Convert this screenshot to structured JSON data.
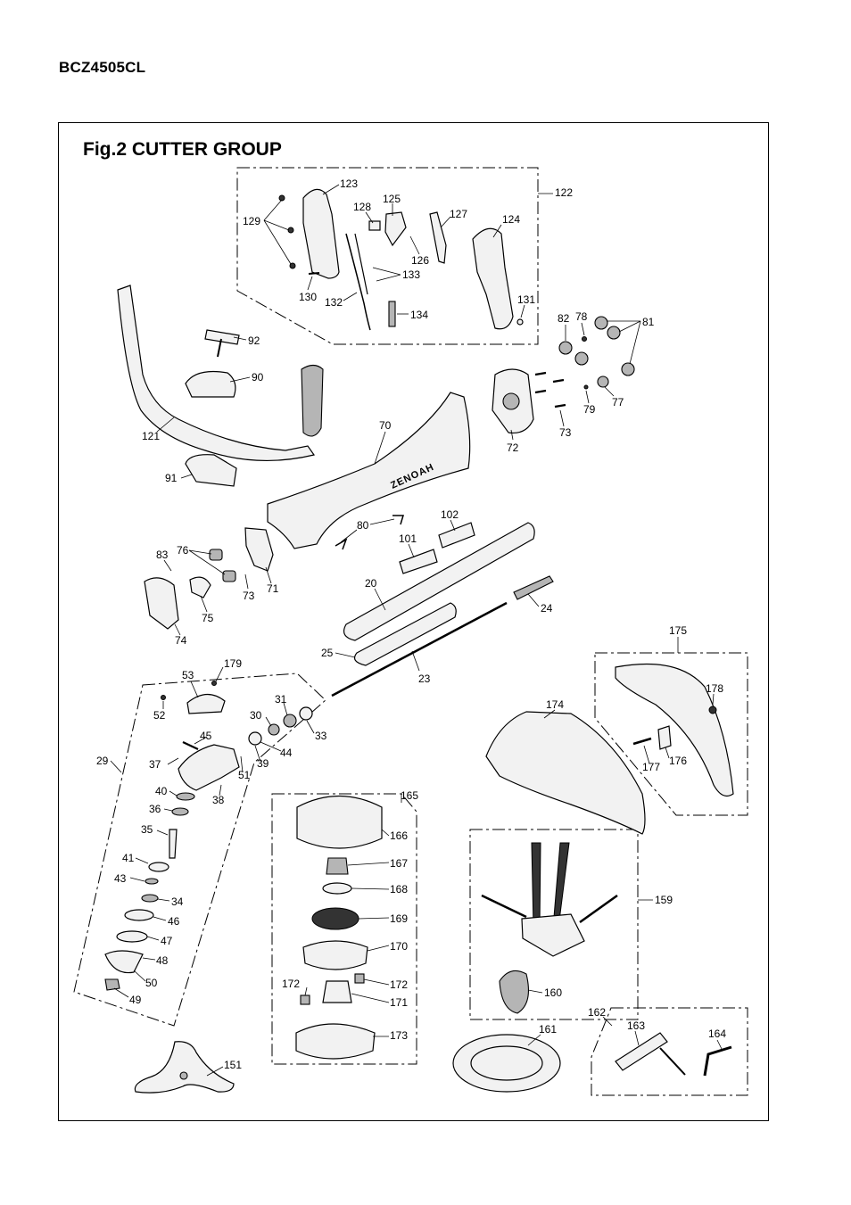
{
  "header": {
    "model": "BCZ4505CL"
  },
  "figure": {
    "title": "Fig.2  CUTTER GROUP"
  },
  "callouts": [
    {
      "id": "c123",
      "text": "123"
    },
    {
      "id": "c122",
      "text": "122"
    },
    {
      "id": "c125",
      "text": "125"
    },
    {
      "id": "c128",
      "text": "128"
    },
    {
      "id": "c127",
      "text": "127"
    },
    {
      "id": "c124",
      "text": "124"
    },
    {
      "id": "c129",
      "text": "129"
    },
    {
      "id": "c126",
      "text": "126"
    },
    {
      "id": "c133",
      "text": "133"
    },
    {
      "id": "c130",
      "text": "130"
    },
    {
      "id": "c132",
      "text": "132"
    },
    {
      "id": "c131",
      "text": "131"
    },
    {
      "id": "c134",
      "text": "134"
    },
    {
      "id": "c82",
      "text": "82"
    },
    {
      "id": "c78",
      "text": "78"
    },
    {
      "id": "c81",
      "text": "81"
    },
    {
      "id": "c92",
      "text": "92"
    },
    {
      "id": "c90",
      "text": "90"
    },
    {
      "id": "c79",
      "text": "79"
    },
    {
      "id": "c77",
      "text": "77"
    },
    {
      "id": "c70",
      "text": "70"
    },
    {
      "id": "c73a",
      "text": "73"
    },
    {
      "id": "c72",
      "text": "72"
    },
    {
      "id": "c121",
      "text": "121"
    },
    {
      "id": "c91",
      "text": "91"
    },
    {
      "id": "c102",
      "text": "102"
    },
    {
      "id": "c80",
      "text": "80"
    },
    {
      "id": "c101",
      "text": "101"
    },
    {
      "id": "c83",
      "text": "83"
    },
    {
      "id": "c76",
      "text": "76"
    },
    {
      "id": "c20",
      "text": "20"
    },
    {
      "id": "c71",
      "text": "71"
    },
    {
      "id": "c73b",
      "text": "73"
    },
    {
      "id": "c75",
      "text": "75"
    },
    {
      "id": "c24",
      "text": "24"
    },
    {
      "id": "c74",
      "text": "74"
    },
    {
      "id": "c175",
      "text": "175"
    },
    {
      "id": "c25",
      "text": "25"
    },
    {
      "id": "c179",
      "text": "179"
    },
    {
      "id": "c53",
      "text": "53"
    },
    {
      "id": "c23",
      "text": "23"
    },
    {
      "id": "c31",
      "text": "31"
    },
    {
      "id": "c178",
      "text": "178"
    },
    {
      "id": "c52",
      "text": "52"
    },
    {
      "id": "c30",
      "text": "30"
    },
    {
      "id": "c174",
      "text": "174"
    },
    {
      "id": "c33",
      "text": "33"
    },
    {
      "id": "c45",
      "text": "45"
    },
    {
      "id": "c44",
      "text": "44"
    },
    {
      "id": "c29",
      "text": "29"
    },
    {
      "id": "c37",
      "text": "37"
    },
    {
      "id": "c39",
      "text": "39"
    },
    {
      "id": "c176",
      "text": "176"
    },
    {
      "id": "c177",
      "text": "177"
    },
    {
      "id": "c51",
      "text": "51"
    },
    {
      "id": "c165",
      "text": "165"
    },
    {
      "id": "c40",
      "text": "40"
    },
    {
      "id": "c38",
      "text": "38"
    },
    {
      "id": "c36",
      "text": "36"
    },
    {
      "id": "c35",
      "text": "35"
    },
    {
      "id": "c166",
      "text": "166"
    },
    {
      "id": "c41",
      "text": "41"
    },
    {
      "id": "c167",
      "text": "167"
    },
    {
      "id": "c43",
      "text": "43"
    },
    {
      "id": "c168",
      "text": "168"
    },
    {
      "id": "c159",
      "text": "159"
    },
    {
      "id": "c34",
      "text": "34"
    },
    {
      "id": "c46",
      "text": "46"
    },
    {
      "id": "c169",
      "text": "169"
    },
    {
      "id": "c47",
      "text": "47"
    },
    {
      "id": "c170",
      "text": "170"
    },
    {
      "id": "c48",
      "text": "48"
    },
    {
      "id": "c50",
      "text": "50"
    },
    {
      "id": "c172a",
      "text": "172"
    },
    {
      "id": "c172b",
      "text": "172"
    },
    {
      "id": "c160",
      "text": "160"
    },
    {
      "id": "c49",
      "text": "49"
    },
    {
      "id": "c171",
      "text": "171"
    },
    {
      "id": "c162",
      "text": "162"
    },
    {
      "id": "c163",
      "text": "163"
    },
    {
      "id": "c161",
      "text": "161"
    },
    {
      "id": "c173",
      "text": "173"
    },
    {
      "id": "c164",
      "text": "164"
    },
    {
      "id": "c151",
      "text": "151"
    }
  ],
  "brand_mark": "ZENOAH"
}
